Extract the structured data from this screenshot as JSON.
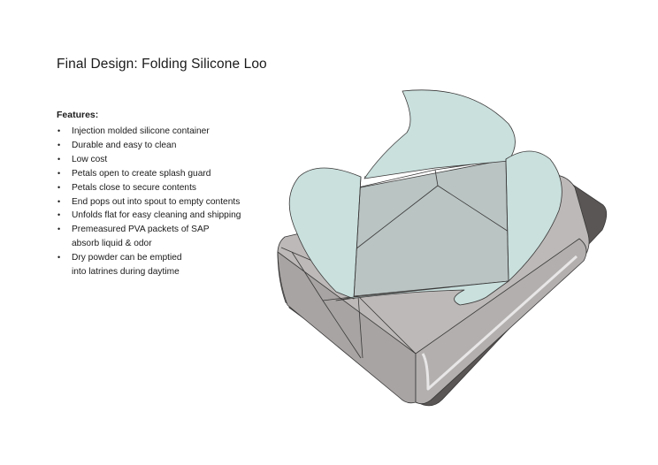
{
  "title": "Final Design: Folding Silicone Loo",
  "features": {
    "heading": "Features:",
    "items": [
      {
        "line1": "Injection molded silicone container",
        "line2": ""
      },
      {
        "line1": "Durable and easy to clean",
        "line2": ""
      },
      {
        "line1": "Low cost",
        "line2": ""
      },
      {
        "line1": "Petals open to create splash guard",
        "line2": ""
      },
      {
        "line1": "Petals close to secure contents",
        "line2": ""
      },
      {
        "line1": "End pops out into spout to empty contents",
        "line2": ""
      },
      {
        "line1": "Unfolds flat for easy cleaning and shipping",
        "line2": ""
      },
      {
        "line1": "Premeasured PVA packets of SAP",
        "line2": "absorb liquid & odor"
      },
      {
        "line1": "Dry powder can be emptied",
        "line2": "into latrines during daytime"
      }
    ]
  },
  "illustration": {
    "subject": "folding-silicone-loo-render",
    "colors": {
      "petal": "#c9e0dd",
      "base_top": "#bdb9b9",
      "base_side": "#a8a4a4",
      "shadow": "#5b5656",
      "outline": "#3a3838",
      "inner": "#b9c4c3"
    }
  }
}
